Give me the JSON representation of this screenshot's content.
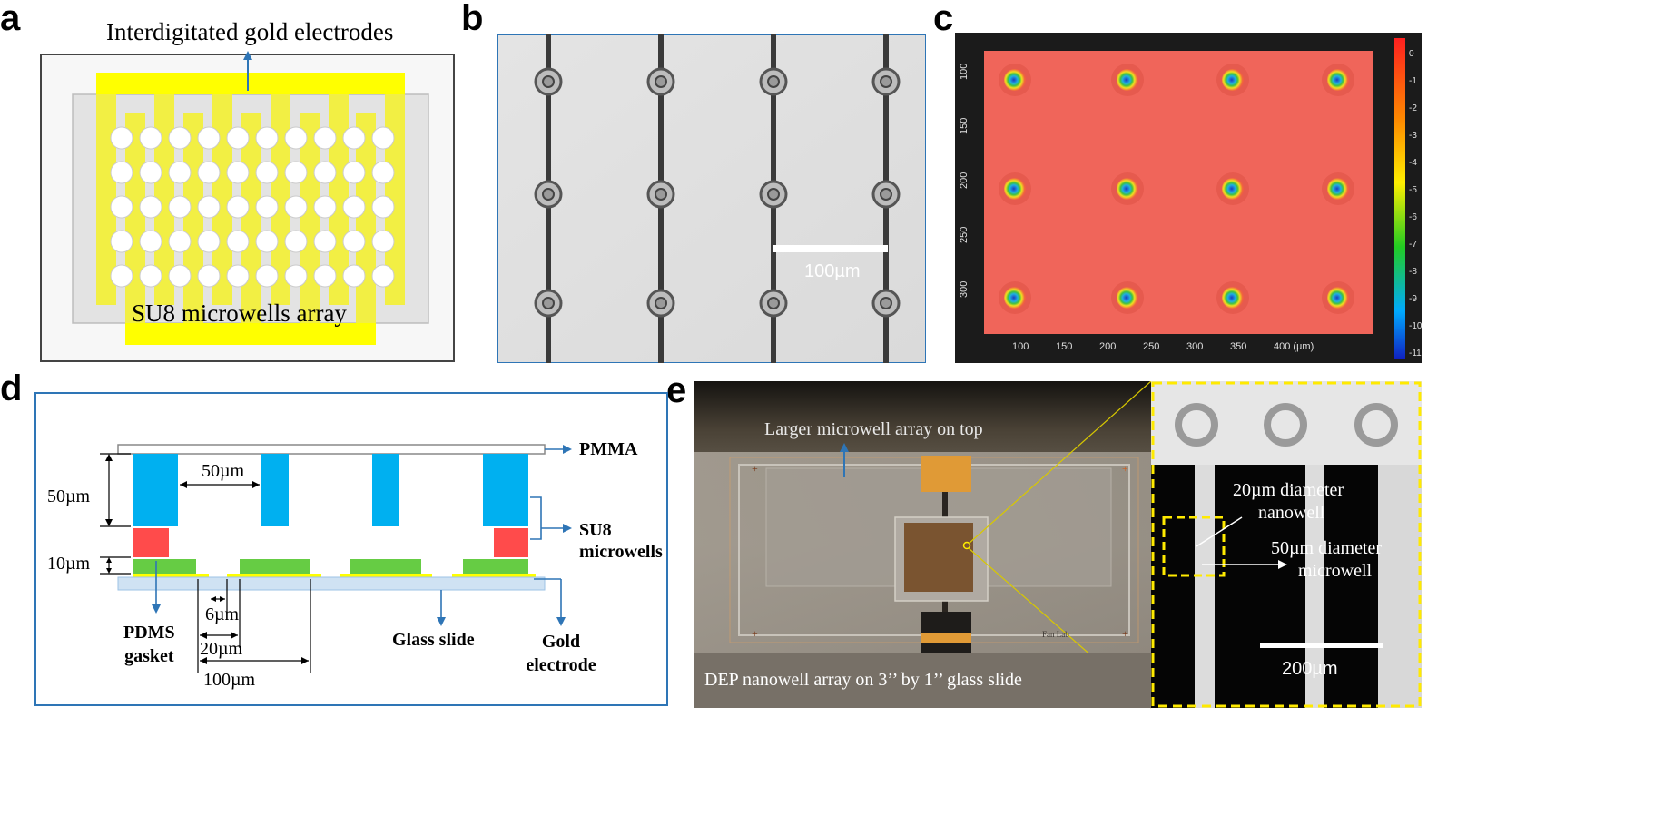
{
  "panels": {
    "a": {
      "label": "a",
      "electrode_label": "Interdigitated gold electrodes",
      "array_label": "SU8 microwells array"
    },
    "b": {
      "label": "b",
      "scale_bar": "100µm"
    },
    "c": {
      "label": "c",
      "y_ticks": [
        "100",
        "150",
        "200",
        "250",
        "300"
      ],
      "x_ticks": [
        "100",
        "150",
        "200",
        "250",
        "300",
        "350",
        "400 (µm)"
      ],
      "colorbar_ticks": [
        "0",
        "-1",
        "-2",
        "-3",
        "-4",
        "-5",
        "-6",
        "-7",
        "-8",
        "-9",
        "-10",
        "-11"
      ]
    },
    "d": {
      "label": "d",
      "pmma": "PMMA",
      "su8_line1": "SU8",
      "su8_line2": "microwells",
      "pdms_line1": "PDMS",
      "pdms_line2": "gasket",
      "glass": "Glass slide",
      "gold_line1": "Gold",
      "gold_line2": "electrode",
      "dim_50_height": "50µm",
      "dim_50_width": "50µm",
      "dim_10": "10µm",
      "dim_6": "6µm",
      "dim_20": "20µm",
      "dim_100": "100µm"
    },
    "e": {
      "label": "e",
      "top_annotation": "Larger microwell array on top",
      "bottom_caption": "DEP nanowell array on 3’’ by 1’’ glass slide",
      "lab_text": "Fan Lab",
      "nanowell_line1": "20µm diameter",
      "nanowell_line2": "nanowell",
      "microwell_line1": "50µm diameter",
      "microwell_line2": "microwell",
      "scale_bar": "200µm"
    }
  },
  "colors": {
    "gold_yellow": "#ffff00",
    "light_yellow": "#f2ef44",
    "su8_blue": "#00b0f0",
    "pdms_red": "#ff4b4b",
    "electrode_green": "#66cc44",
    "arrow_blue": "#2e75b6",
    "surface_red": "#f0655a"
  }
}
